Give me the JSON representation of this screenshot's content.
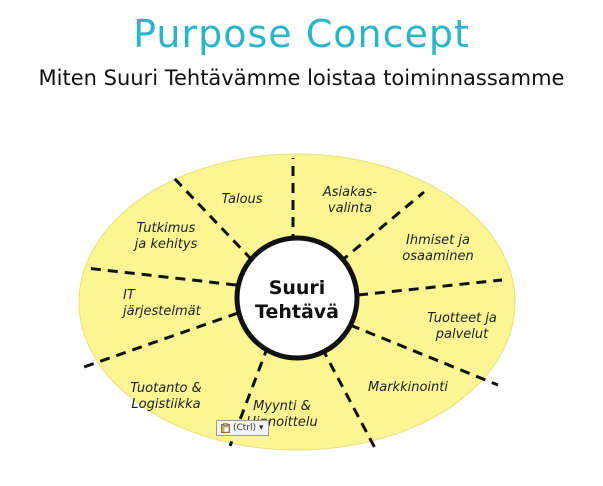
{
  "title": "Purpose Concept",
  "subtitle": "Miten Suuri Tehtävämme loistaa toiminnassamme",
  "center": {
    "line1": "Suuri",
    "line2": "Tehtävä"
  },
  "segments": [
    {
      "lines": [
        "Talous"
      ]
    },
    {
      "lines": [
        "Asiakas-",
        "valinta"
      ]
    },
    {
      "lines": [
        "Ihmiset ja",
        "osaaminen"
      ]
    },
    {
      "lines": [
        "Tuotteet ja",
        "palvelut"
      ]
    },
    {
      "lines": [
        "Markkinointi"
      ]
    },
    {
      "lines": [
        "Myynti &",
        "Hinnoittelu"
      ]
    },
    {
      "lines": [
        "Tuotanto &",
        "Logistiikka"
      ]
    },
    {
      "lines": [
        "IT",
        "järjestelmät"
      ]
    },
    {
      "lines": [
        "Tutkimus",
        "ja kehitys"
      ]
    }
  ],
  "paste_options": {
    "label": "(Ctrl)",
    "arrow": "▾"
  },
  "colors": {
    "title": "#2bb5c8",
    "ellipse_fill": "#fbf594",
    "ring": "#111111"
  }
}
